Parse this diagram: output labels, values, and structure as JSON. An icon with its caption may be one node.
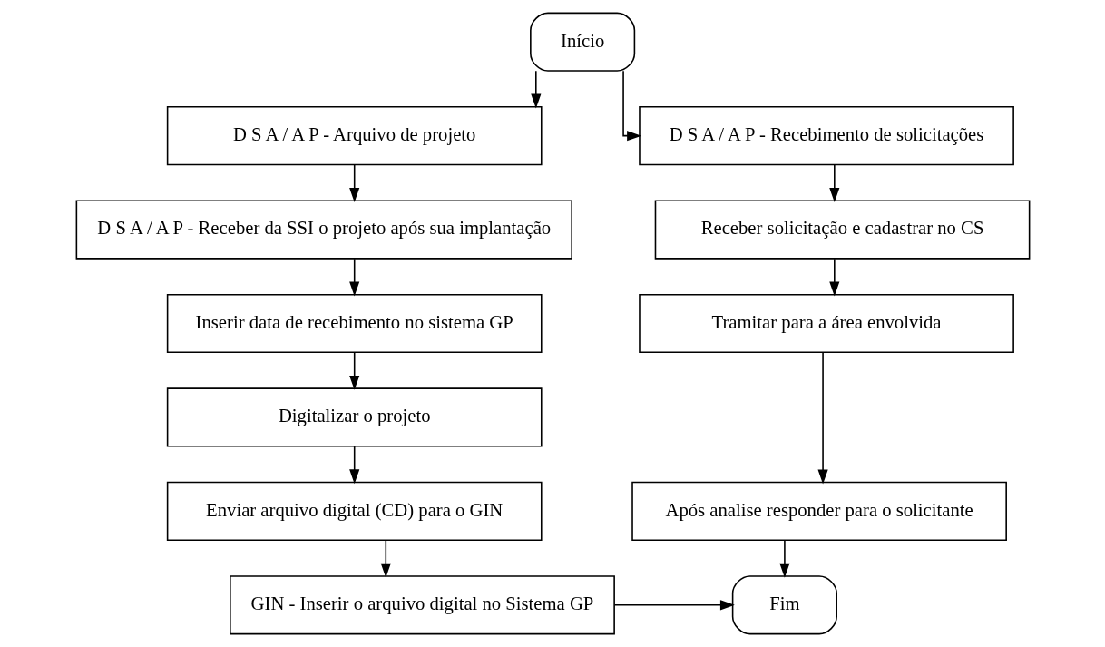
{
  "diagram": {
    "nodes": [
      {
        "text": [
          "Início"
        ]
      },
      {
        "text": [
          "D S A / A P - Arquivo de projeto"
        ]
      },
      {
        "text": [
          "D S A / A P - Receber da SSI o projeto após sua implantação"
        ]
      },
      {
        "text": [
          "Inserir data de recebimento no sistema GP"
        ]
      },
      {
        "text": [
          "Digitalizar o projeto"
        ]
      },
      {
        "text": [
          "Enviar arquivo digital (CD) para o GIN"
        ]
      },
      {
        "text": [
          "GIN - Inserir o arquivo digital no Sistema GP"
        ]
      },
      {
        "text": [
          "D S A / A P - Recebimento de solicitações"
        ]
      },
      {
        "text": [
          "Receber solicitação e cadastrar no CS"
        ]
      },
      {
        "text": [
          "Tramitar para a área envolvida"
        ]
      },
      {
        "text": [
          "Após analise responder para o solicitante"
        ]
      },
      {
        "text": [
          "Fim"
        ]
      }
    ],
    "edges": [
      {
        "from": 0,
        "to": 1,
        "arrow": "to"
      },
      {
        "from": 0,
        "to": 7,
        "arrow": "to"
      },
      {
        "from": 1,
        "to": 2,
        "arrow": "to"
      },
      {
        "from": 2,
        "to": 3,
        "arrow": "to"
      },
      {
        "from": 3,
        "to": 4,
        "arrow": "to"
      },
      {
        "from": 4,
        "to": 5,
        "arrow": "to"
      },
      {
        "from": 5,
        "to": 6,
        "arrow": "to"
      },
      {
        "from": 6,
        "to": 11,
        "arrow": "to"
      },
      {
        "from": 7,
        "to": 8,
        "arrow": "to"
      },
      {
        "from": 8,
        "to": 9,
        "arrow": "to"
      },
      {
        "from": 9,
        "to": 10,
        "arrow": "to"
      },
      {
        "from": 10,
        "to": 11,
        "arrow": "to"
      }
    ]
  }
}
